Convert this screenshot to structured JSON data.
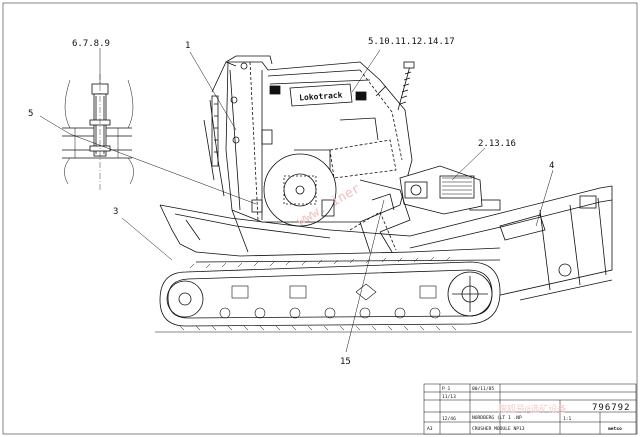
{
  "callouts": {
    "c1": "6.7.8.9",
    "c2": "1",
    "c3": "5.10.11.12.14.17",
    "c4": "5",
    "c5": "2.13.16",
    "c6": "4",
    "c7": "3",
    "c8": "15"
  },
  "machine_plate": "Lokotrack",
  "title_block": {
    "row1": "P 1",
    "date": "00/11/05",
    "code1": "11/13",
    "code2": "12/46",
    "desc_line1": "NORDBERG (LT 1 .NP",
    "desc_line2": "CRUSHER MODULE NP13",
    "drawing_number": "796792",
    "scale": "1:1",
    "sheet_no": "A3",
    "company": "metso"
  },
  "watermarks": {
    "w1": "www.  iner",
    "w2": "搜狐号@选矿设备"
  },
  "colors": {
    "line": "#111111",
    "watermark": "#f0c0c0"
  }
}
